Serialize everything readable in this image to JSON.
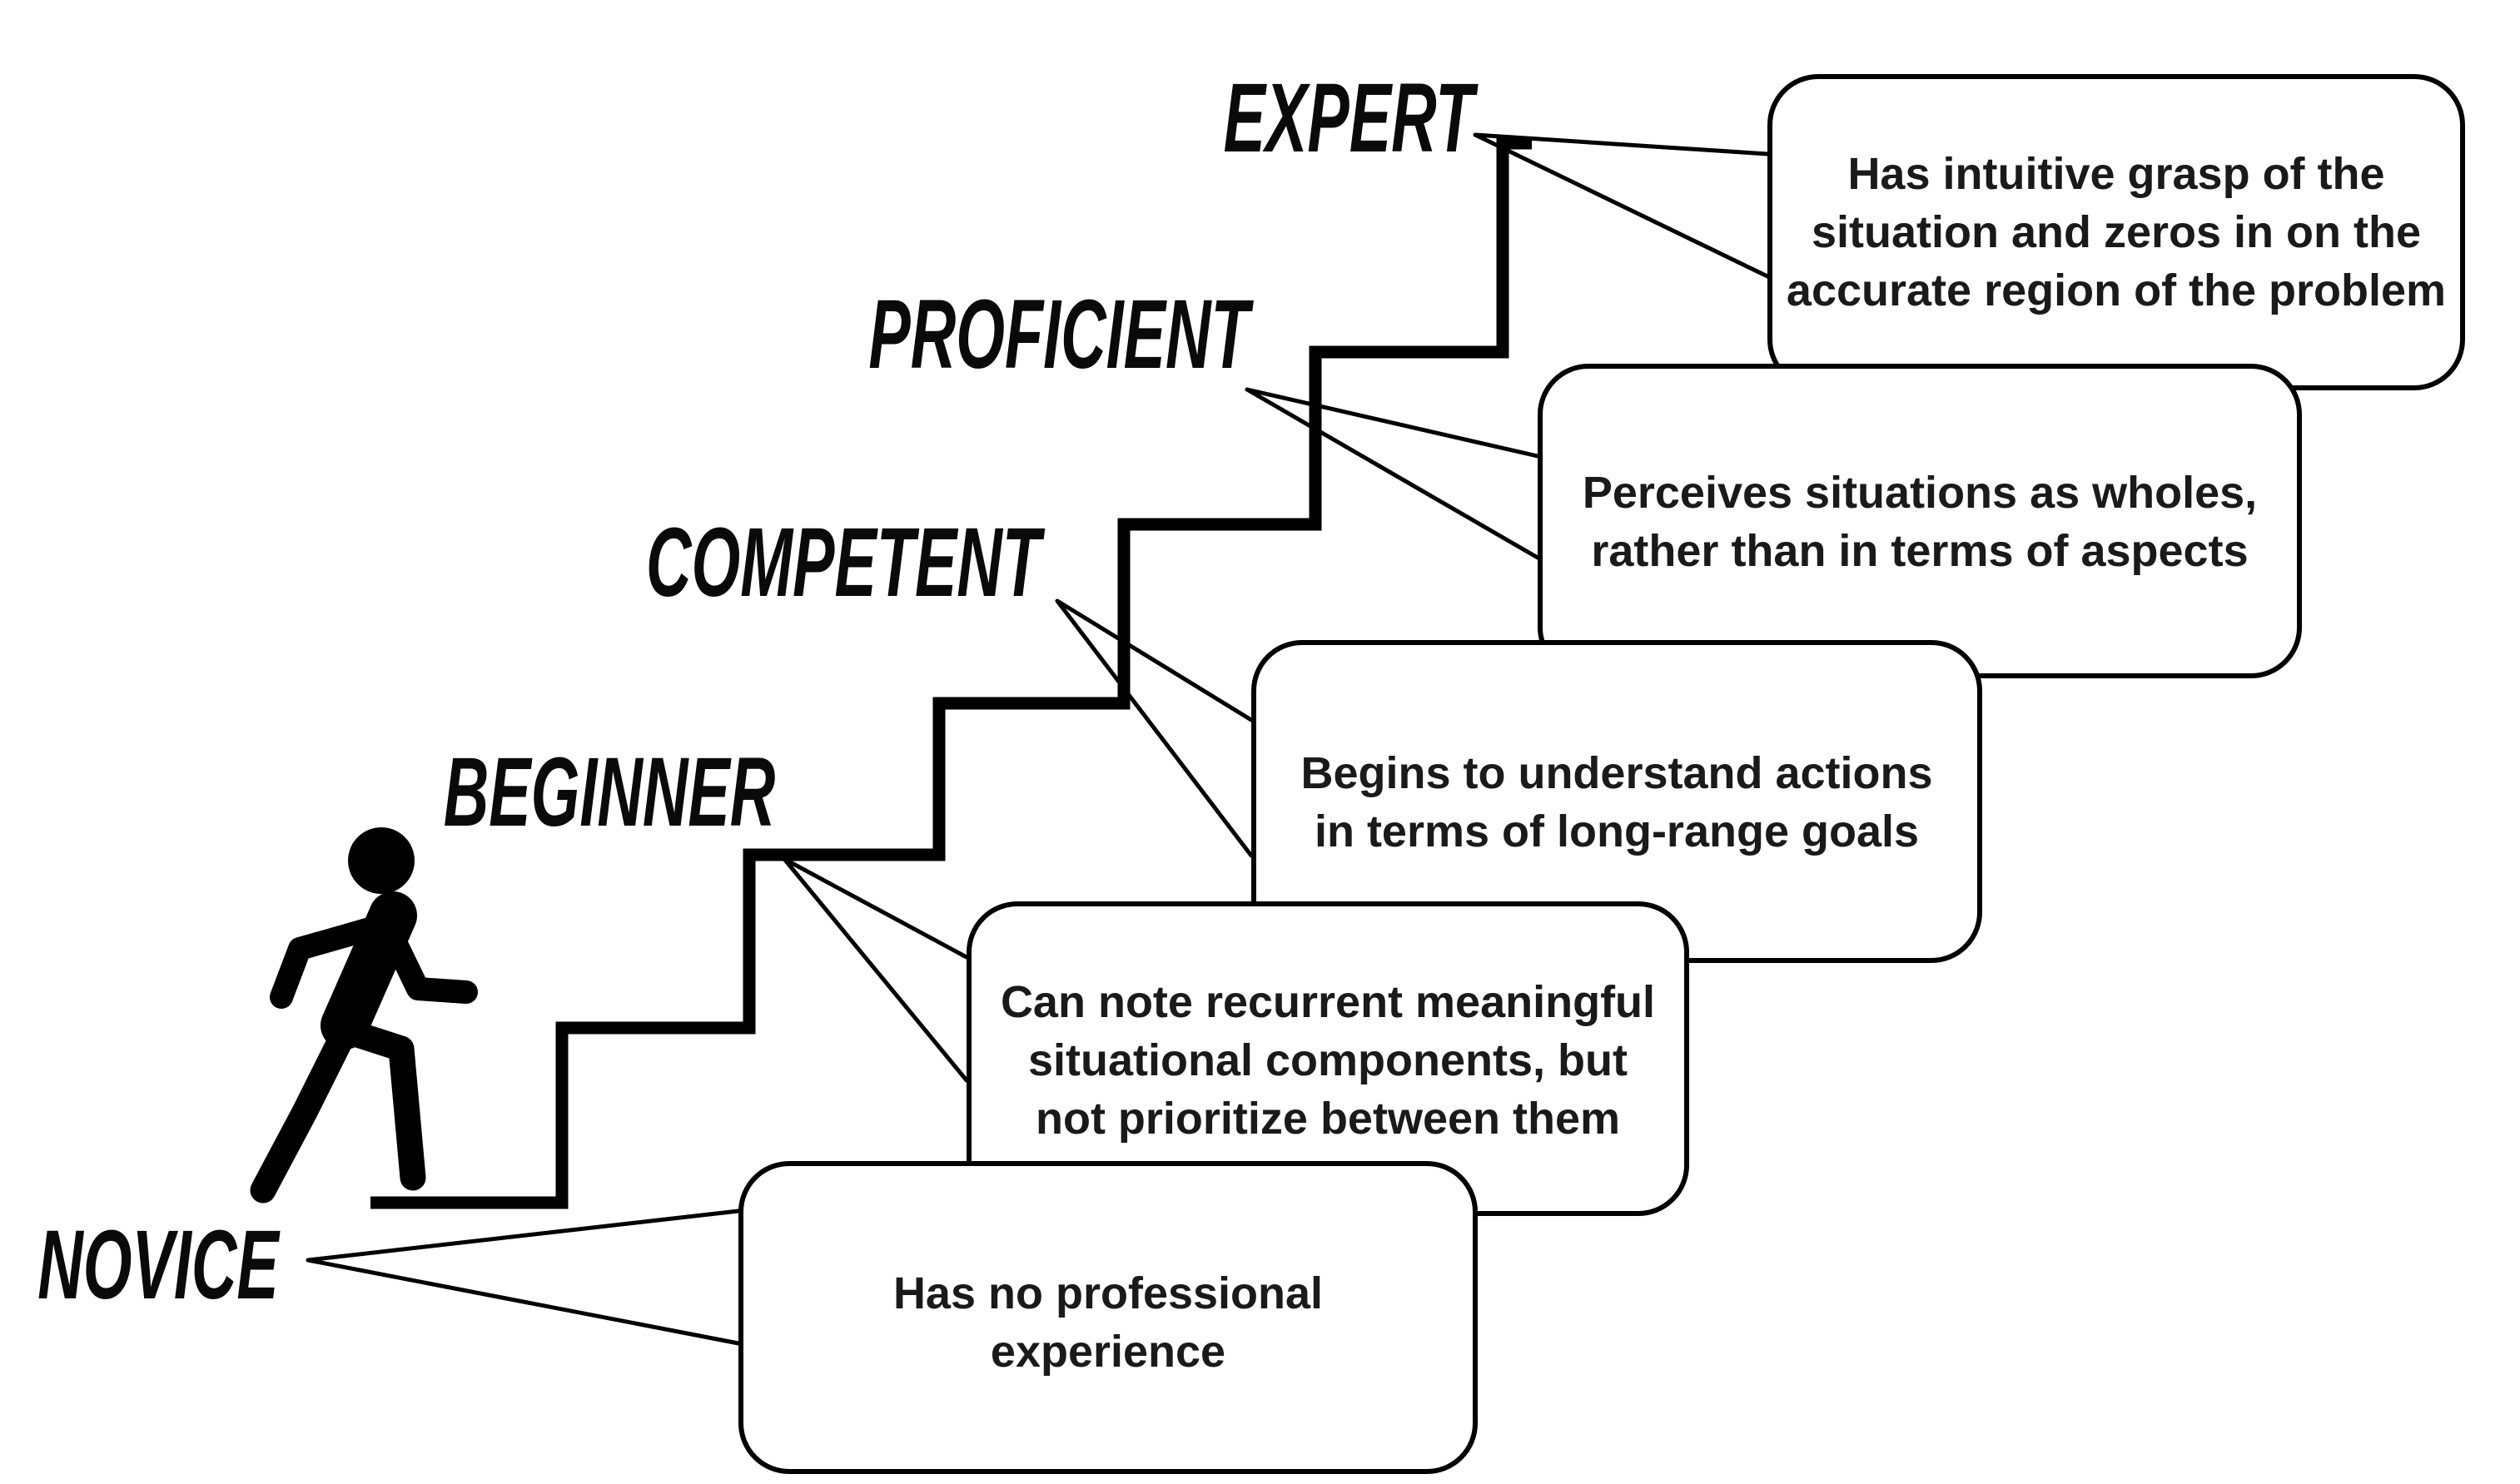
{
  "colors": {
    "ink": "#000000",
    "background": "#ffffff"
  },
  "levels": [
    {
      "label": "NOVICE",
      "description_lines": [
        "Has no professional",
        "experience"
      ]
    },
    {
      "label": "BEGINNER",
      "description_lines": [
        "Can note recurrent meaningful",
        "situational components, but",
        "not prioritize between them"
      ]
    },
    {
      "label": "COMPETENT",
      "description_lines": [
        "Begins to understand actions",
        "in terms of long-range goals"
      ]
    },
    {
      "label": "PROFICIENT",
      "description_lines": [
        "Perceives situations as wholes,",
        "rather than in terms of aspects"
      ]
    },
    {
      "label": "EXPERT",
      "description_lines": [
        "Has intuitive grasp of the",
        "situation and zeros in on the",
        "accurate region of the problem"
      ]
    }
  ]
}
